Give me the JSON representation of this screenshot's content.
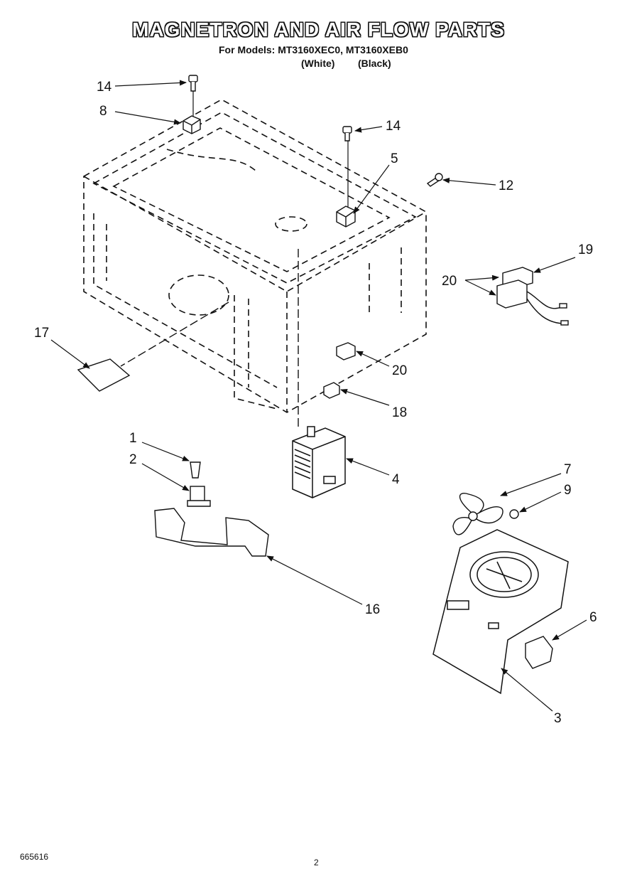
{
  "header": {
    "title": "MAGNETRON AND AIR FLOW PARTS",
    "models_line": "For Models: MT3160XEC0, MT3160XEB0",
    "variant_white": "(White)",
    "variant_black": "(Black)"
  },
  "callouts": {
    "c14a": "14",
    "c8": "8",
    "c14b": "14",
    "c5": "5",
    "c12": "12",
    "c19": "19",
    "c20a": "20",
    "c17": "17",
    "c20b": "20",
    "c18": "18",
    "c1": "1",
    "c2": "2",
    "c4": "4",
    "c7": "7",
    "c9": "9",
    "c16": "16",
    "c6": "6",
    "c3": "3"
  },
  "footer": {
    "doc_number": "665616",
    "page_number": "2"
  },
  "colors": {
    "ink": "#111111",
    "paper": "#ffffff"
  }
}
